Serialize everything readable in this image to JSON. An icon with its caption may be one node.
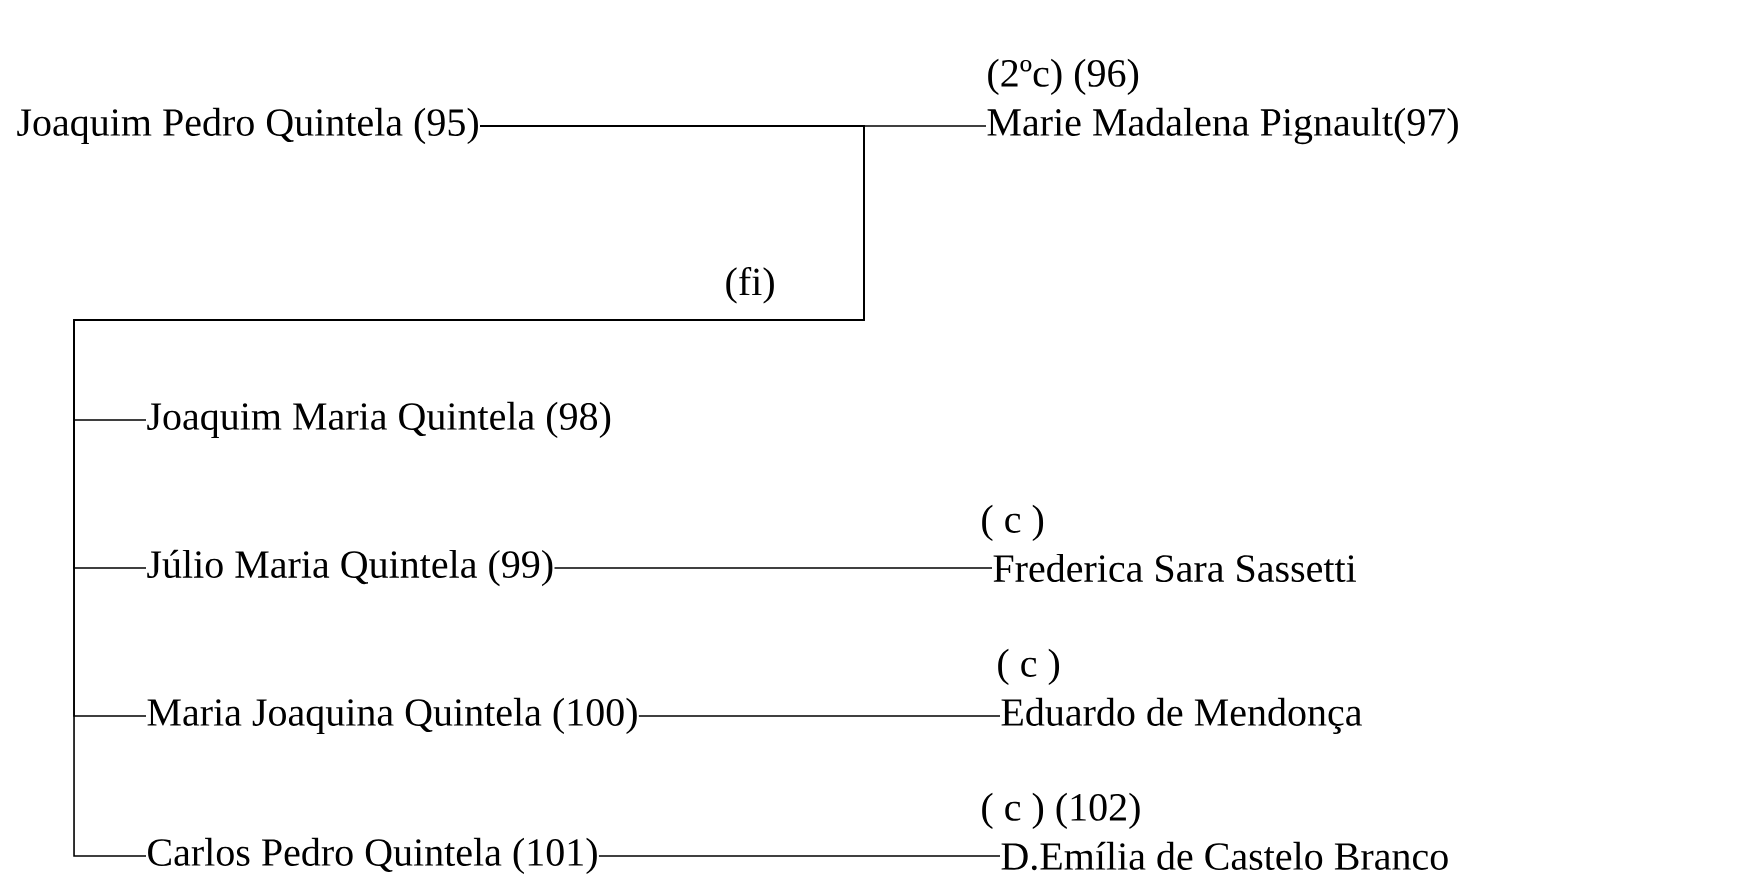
{
  "diagram": {
    "nodes": [
      {
        "text": [
          "Joaquim Pedro Quintela (95)"
        ]
      },
      {
        "text": [
          "Marie Madalena Pignault(97)"
        ],
        "beside": [
          "(2ºc) (96)"
        ]
      },
      {
        "text": [
          "Joaquim Maria Quintela (98)"
        ]
      },
      {
        "text": [
          "Júlio Maria Quintela (99)"
        ]
      },
      {
        "text": [
          "Frederica Sara Sassetti"
        ],
        "beside": [
          "( c )"
        ]
      },
      {
        "text": [
          "Maria Joaquina Quintela (100)"
        ]
      },
      {
        "text": [
          "Eduardo de Mendonça"
        ],
        "beside": [
          "( c )"
        ]
      },
      {
        "text": [
          "Carlos Pedro Quintela (101)"
        ]
      },
      {
        "text": [
          "D.Emília de Castelo Branco"
        ],
        "beside": [
          "( c ) (102)"
        ]
      }
    ],
    "edges": [
      {
        "from": 0,
        "to": 1,
        "arrow": "none"
      },
      {
        "from": 0,
        "to": 2,
        "arrow": "none"
      },
      {
        "from": 0,
        "to": 3,
        "arrow": "none"
      },
      {
        "from": 0,
        "to": 5,
        "arrow": "none"
      },
      {
        "from": 0,
        "to": 7,
        "arrow": "none"
      },
      {
        "from": 3,
        "to": 4,
        "arrow": "none"
      },
      {
        "from": 5,
        "to": 6,
        "arrow": "none"
      },
      {
        "from": 7,
        "to": 8,
        "arrow": "none"
      }
    ],
    "labels": [
      "(fi)"
    ]
  }
}
